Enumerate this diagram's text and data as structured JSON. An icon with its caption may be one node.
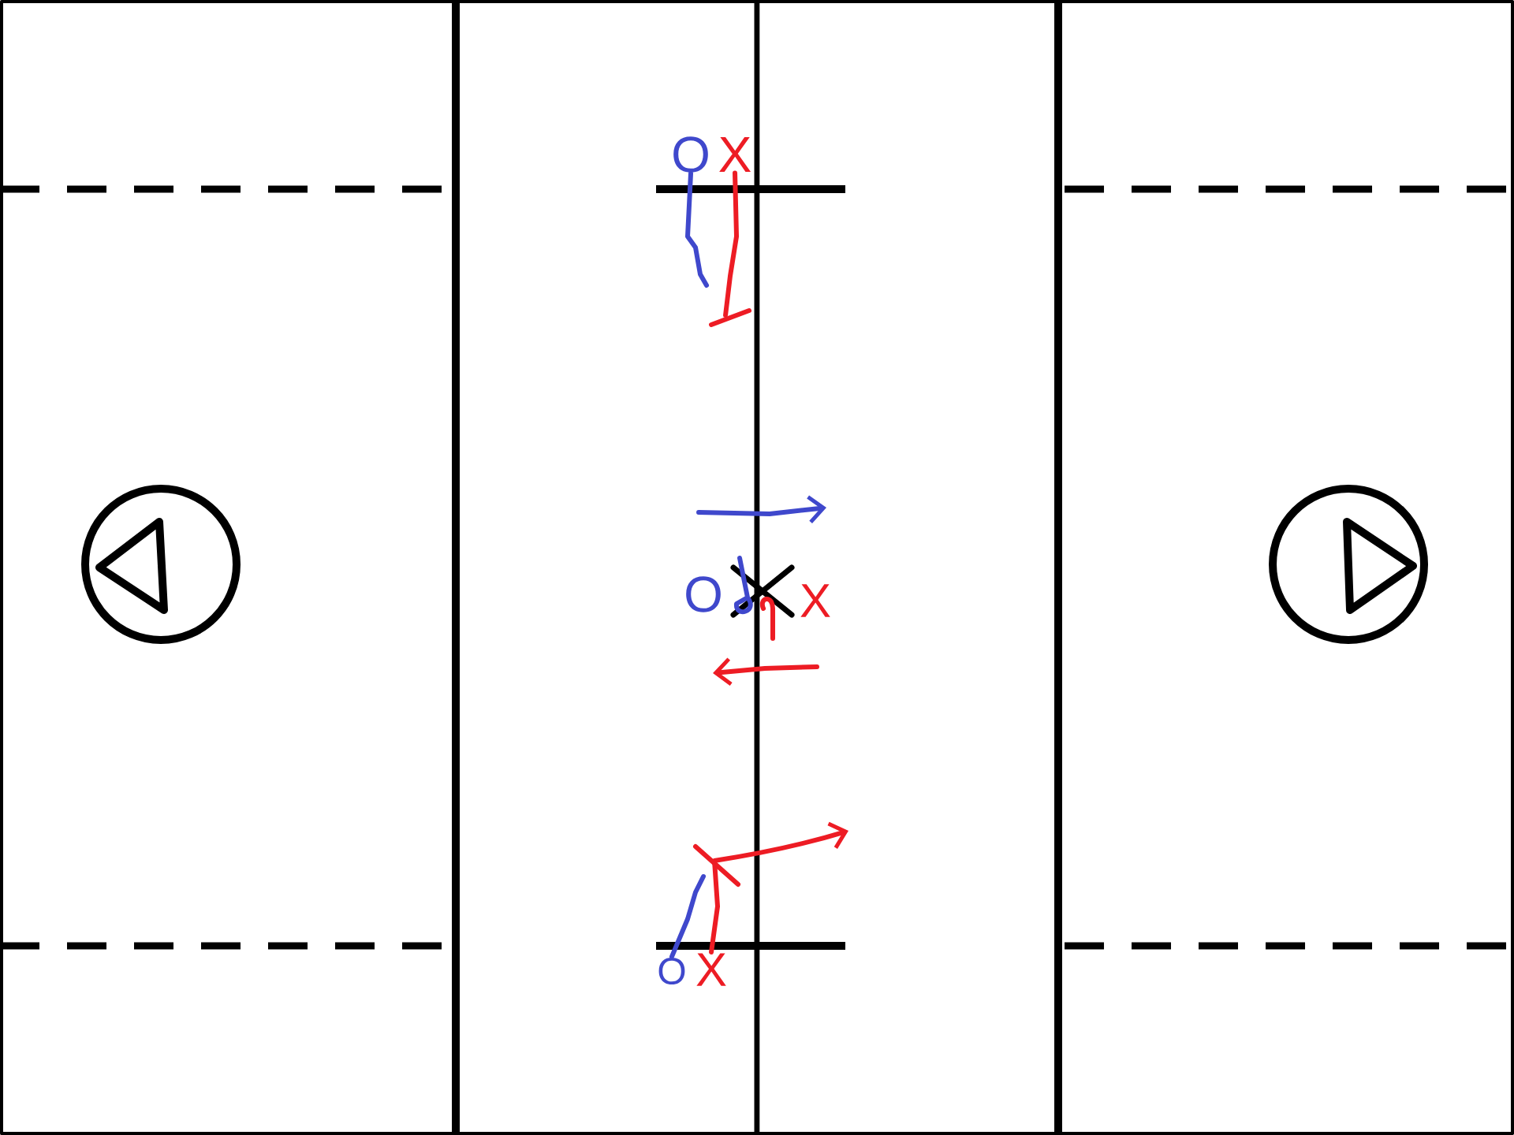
{
  "diagram": {
    "nodes": [
      {
        "text": [
          "O"
        ]
      },
      {
        "text": [
          "X"
        ]
      },
      {
        "text": [
          "O"
        ]
      },
      {
        "text": [
          "X"
        ]
      },
      {
        "text": [
          "O"
        ]
      },
      {
        "text": [
          "X"
        ]
      }
    ],
    "edges": [
      {
        "from": 0,
        "to": null,
        "arrow": "none",
        "color": "#3f48cc"
      },
      {
        "from": 1,
        "to": null,
        "arrow": "none",
        "color": "#ed1c24"
      },
      {
        "from": 4,
        "to": null,
        "arrow": "none",
        "color": "#3f48cc"
      },
      {
        "from": 5,
        "to": null,
        "arrow": "to",
        "color": "#ed1c24"
      }
    ]
  }
}
